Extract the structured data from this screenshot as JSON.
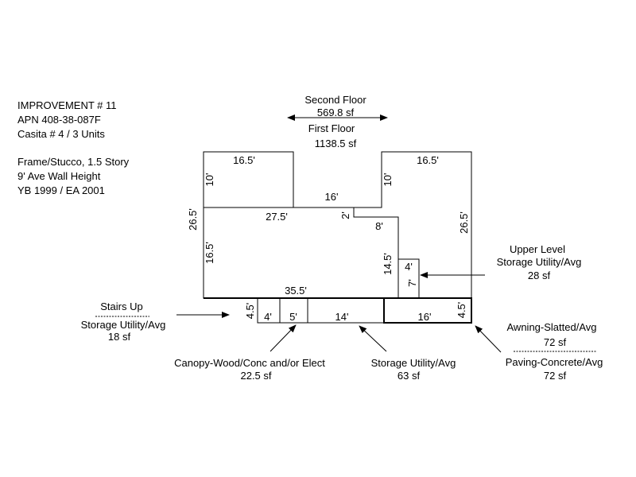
{
  "info": {
    "line1": "IMPROVEMENT # 11",
    "line2": "APN 408-38-087F",
    "line3": "Casita # 4 / 3 Units",
    "line4": "Frame/Stucco, 1.5 Story",
    "line5": "9' Ave Wall Height",
    "line6": "YB 1999 / EA 2001"
  },
  "floors": {
    "second_label": "Second Floor",
    "second_area": "569.8 sf",
    "first_label": "First Floor",
    "first_area": "1138.5 sf"
  },
  "dimensions": {
    "d_16_5_left": "16.5'",
    "d_16_5_right": "16.5'",
    "d_10_left": "10'",
    "d_10_right": "10'",
    "d_16_mid": "16'",
    "d_26_5_left": "26.5'",
    "d_26_5_right": "26.5'",
    "d_27_5": "27.5'",
    "d_2": "2'",
    "d_8": "8'",
    "d_16_5_vert": "16.5'",
    "d_14_5": "14.5'",
    "d_4_upper": "4'",
    "d_7": "7'",
    "d_35_5": "35.5'",
    "d_4_5_left": "4.5'",
    "d_4_lower": "4'",
    "d_5": "5'",
    "d_14": "14'",
    "d_16_lower": "16'",
    "d_4_5_right": "4.5'"
  },
  "callouts": {
    "stairs_up": "Stairs Up",
    "storage_left_label": "Storage Utility/Avg",
    "storage_left_area": "18 sf",
    "upper_level": "Upper Level",
    "upper_storage_label": "Storage Utility/Avg",
    "upper_storage_area": "28 sf",
    "canopy_label": "Canopy-Wood/Conc and/or Elect",
    "canopy_area": "22.5 sf",
    "storage_mid_label": "Storage Utility/Avg",
    "storage_mid_area": "63 sf",
    "awning_label": "Awning-Slatted/Avg",
    "awning_area": "72 sf",
    "paving_label": "Paving-Concrete/Avg",
    "paving_area": "72 sf"
  }
}
